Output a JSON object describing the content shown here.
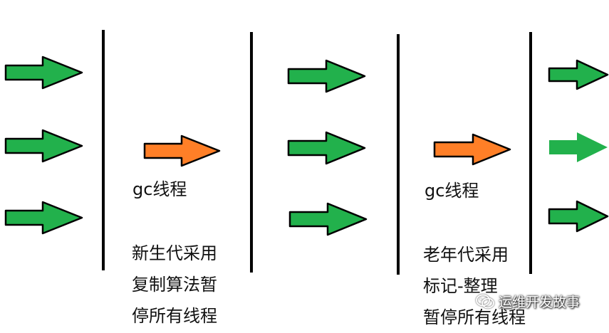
{
  "labels": {
    "gc_thread_1": "gc线程",
    "young_gen_desc": [
      "新生代采用",
      "复制算法暂",
      "停所有线程"
    ],
    "gc_thread_2": "gc线程",
    "old_gen_desc": [
      "老年代采用",
      "标记-整理",
      "暂停所有线程"
    ]
  },
  "watermark": {
    "text": "运维开发故事",
    "icon": "wechat-icon"
  },
  "colors": {
    "app_thread_arrow": "#22b14c",
    "gc_thread_arrow": "#ff7f27",
    "arrow_outline": "#000000",
    "divider": "#000000",
    "text": "#111111"
  }
}
